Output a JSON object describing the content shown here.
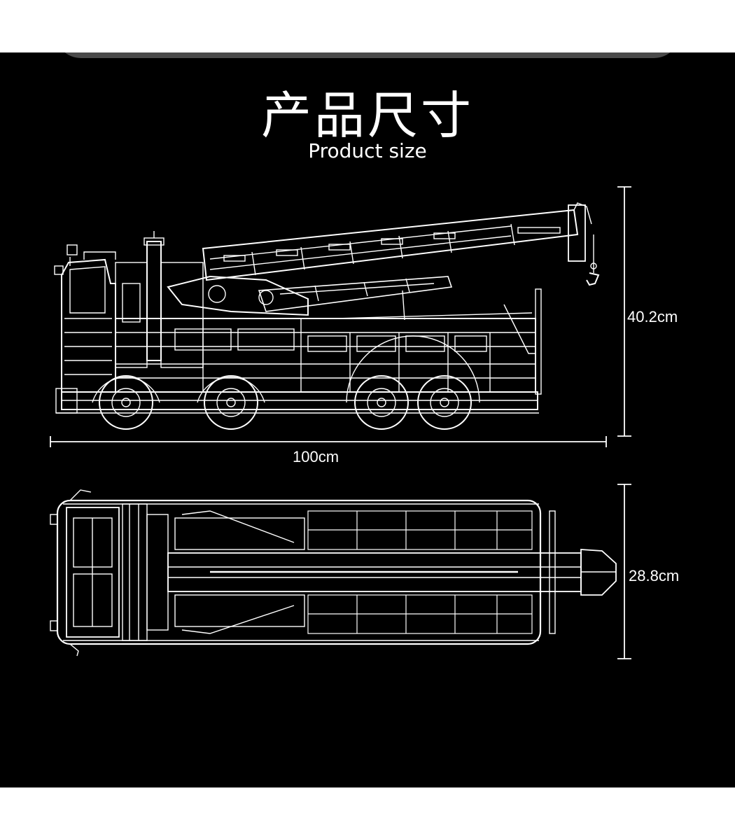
{
  "title": {
    "chinese": "产品尺寸",
    "english": "Product size"
  },
  "dimensions": {
    "height": "40.2cm",
    "length": "100cm",
    "width": "28.8cm"
  },
  "colors": {
    "background": "#000000",
    "line": "#ffffff",
    "top_bar": "#4a4a4a"
  }
}
